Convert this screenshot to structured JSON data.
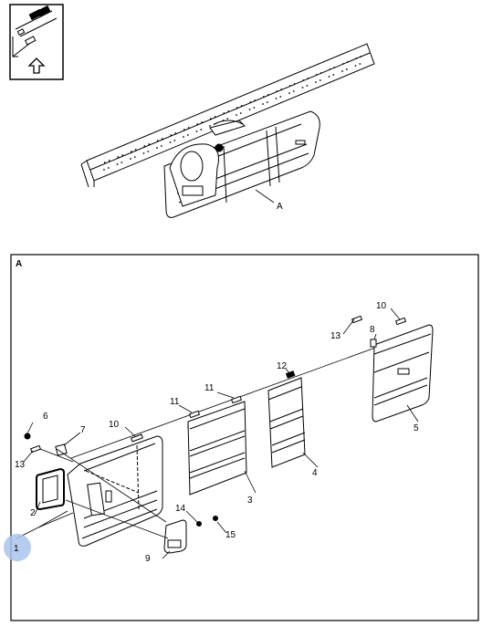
{
  "overview": {
    "callout": "A"
  },
  "detail": {
    "frame_label": "A",
    "callouts": [
      {
        "id": "c1",
        "text": "1"
      },
      {
        "id": "c2",
        "text": "2"
      },
      {
        "id": "c3",
        "text": "3"
      },
      {
        "id": "c4",
        "text": "4"
      },
      {
        "id": "c5",
        "text": "5"
      },
      {
        "id": "c6",
        "text": "6"
      },
      {
        "id": "c7",
        "text": "7"
      },
      {
        "id": "c8",
        "text": "8"
      },
      {
        "id": "c9",
        "text": "9"
      },
      {
        "id": "c10a",
        "text": "10"
      },
      {
        "id": "c10b",
        "text": "10"
      },
      {
        "id": "c11a",
        "text": "11"
      },
      {
        "id": "c11b",
        "text": "11"
      },
      {
        "id": "c12",
        "text": "12"
      },
      {
        "id": "c13a",
        "text": "13"
      },
      {
        "id": "c13b",
        "text": "13"
      },
      {
        "id": "c14",
        "text": "14"
      },
      {
        "id": "c15",
        "text": "15"
      }
    ]
  },
  "colors": {
    "line": "#000000",
    "hotspot": "#a9c4ec"
  }
}
